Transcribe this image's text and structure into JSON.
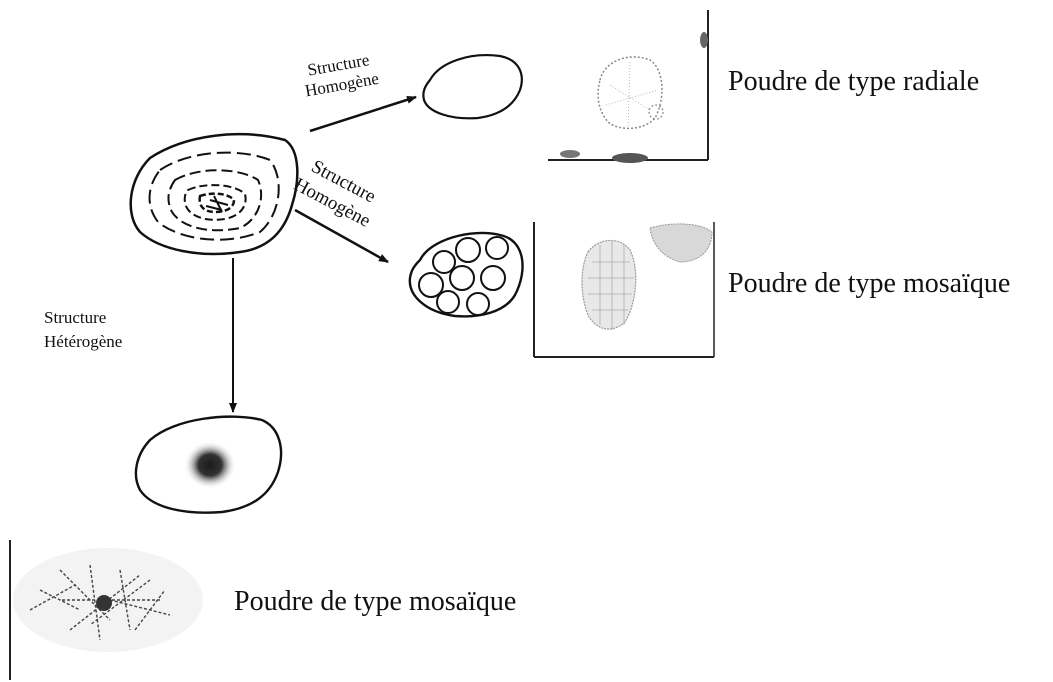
{
  "diagram": {
    "branches": {
      "radial_arrow_label": [
        "Structure",
        "Homogène"
      ],
      "mosaic_arrow_label": [
        "Structure",
        "Homogène"
      ],
      "heterogeneous_arrow_label": [
        "Structure",
        "Hétérogène"
      ]
    },
    "results": {
      "radial": "Poudre de type radiale",
      "mosaic": "Poudre de type mosaïque",
      "heterogeneous": "Poudre de type mosaïque"
    }
  }
}
